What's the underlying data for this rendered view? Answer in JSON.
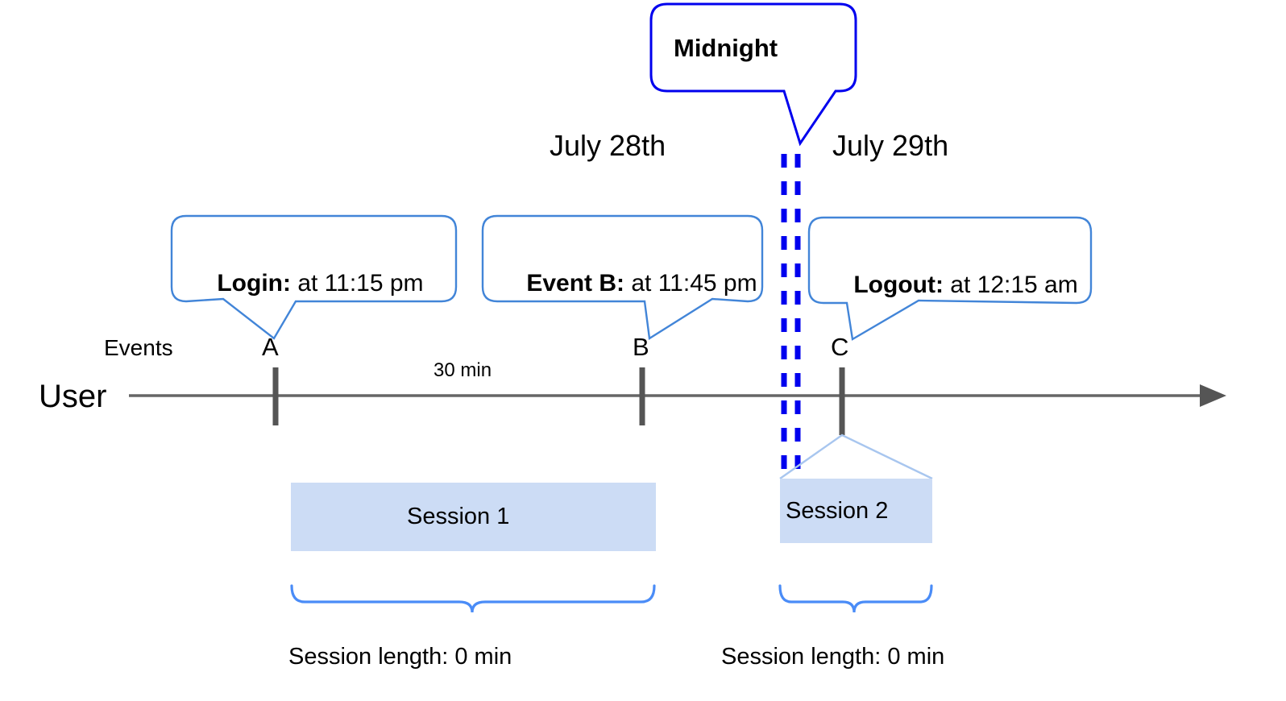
{
  "diagram": {
    "title_callout": {
      "label": "Midnight"
    },
    "dates": [
      {
        "label": "July 28th"
      },
      {
        "label": "July 29th"
      }
    ],
    "row_labels": {
      "user": "User",
      "events": "Events"
    },
    "event_callouts": [
      {
        "bold": "Login:",
        "rest": " at 11:15 pm",
        "tick": "A"
      },
      {
        "bold": "Event B:",
        "rest": " at 11:45 pm",
        "tick": "B"
      },
      {
        "bold": "Logout:",
        "rest": " at 12:15 am",
        "tick": "C"
      }
    ],
    "ticks": [
      {
        "label": "A"
      },
      {
        "label": "B"
      },
      {
        "label": "C"
      }
    ],
    "duration_label": "30 min",
    "sessions": [
      {
        "label": "Session 1",
        "length_label": "Session length: 0 min"
      },
      {
        "label": "Session 2",
        "length_label": "Session length: 0 min"
      }
    ],
    "colors": {
      "callout_border": "#4285d8",
      "midnight_border": "#0000ee",
      "midnight_line": "#0000ee",
      "axis": "#666666",
      "tick": "#555555",
      "session_fill": "#ccdcf5",
      "session_roof": "#a8c6ef",
      "brace": "#4a8cf7",
      "text": "#000000"
    }
  }
}
